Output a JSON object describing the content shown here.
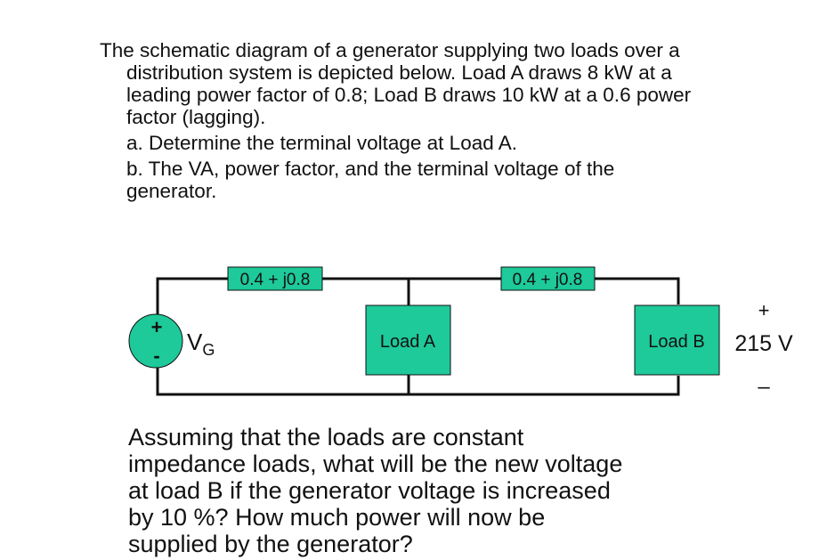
{
  "problem": {
    "lines": [
      "The schematic diagram of a generator supplying two loads over a",
      "distribution system is depicted below. Load A draws 8 kW at a",
      "leading power factor of 0.8; Load B draws 10 kW at a 0.6 power",
      "factor (lagging)."
    ],
    "part_a": "a. Determine the terminal voltage at Load A.",
    "part_b_line1": "b. The VA, power factor, and the terminal voltage of the",
    "part_b_line2": "generator."
  },
  "circuit": {
    "fill_color": "#1ec99a",
    "line_color": "#111111",
    "line1_impedance": "0.4 + j0.8",
    "line2_impedance": "0.4 + j0.8",
    "source_plus": "+",
    "source_minus": "-",
    "source_label": "V",
    "source_subscript": "G",
    "load_a": "Load A",
    "load_b": "Load B",
    "load_b_plus": "+",
    "load_b_voltage": "215 V",
    "load_b_minus": "–"
  },
  "followup": {
    "lines": [
      "Assuming that the loads are constant",
      "impedance loads, what will be the new voltage",
      "at load B if the generator voltage is increased",
      "by 10 %? How much power will now be",
      "supplied by the generator?"
    ]
  }
}
